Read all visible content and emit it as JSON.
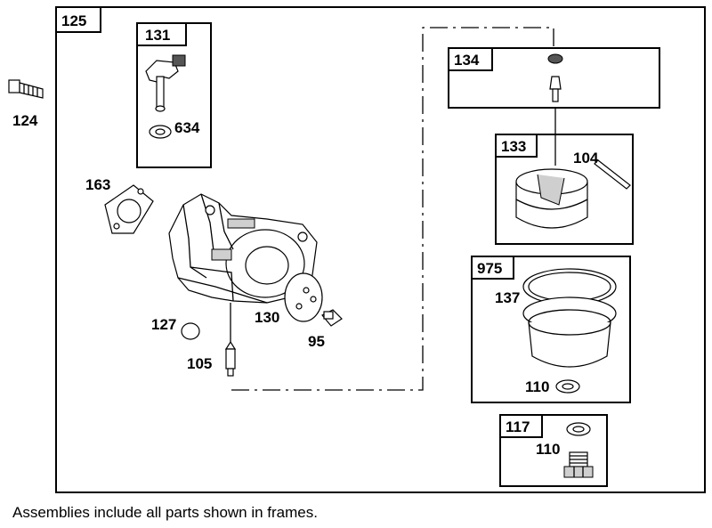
{
  "frames": {
    "main": "125",
    "f131": "131",
    "f134": "134",
    "f133": "133",
    "f975": "975",
    "f117": "117"
  },
  "parts": {
    "p124": "124",
    "p634": "634",
    "p163": "163",
    "p104": "104",
    "p137": "137",
    "p127": "127",
    "p130": "130",
    "p95": "95",
    "p105": "105",
    "p110a": "110",
    "p110b": "110"
  },
  "footnote": "Assemblies include all parts shown in frames."
}
